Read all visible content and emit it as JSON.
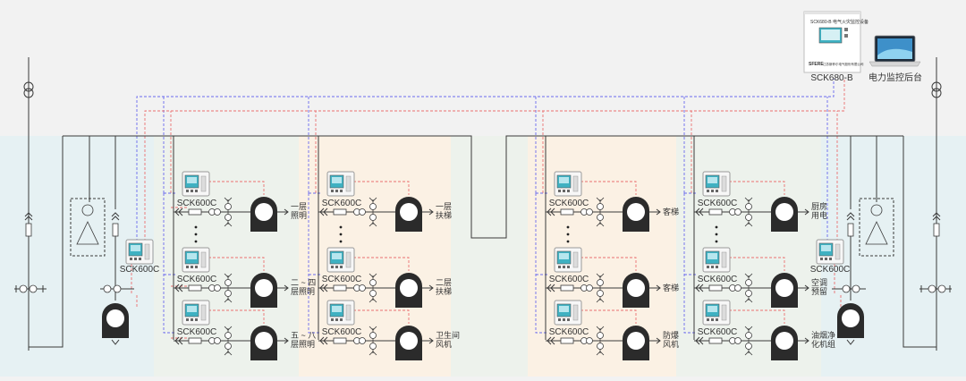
{
  "device": {
    "model": "SCK680-B",
    "brand": "SFERE",
    "screen_title": "SCK680-B 电气火灾监控设备",
    "company": "江苏斯菲尔电气股份有限公司"
  },
  "backend": {
    "label": "电力监控后台"
  },
  "meters": {
    "left_main": "SCK600C",
    "right_main": "SCK600C",
    "g1": [
      "SCK600C",
      "SCK600C",
      "SCK600C"
    ],
    "g2": [
      "SCK600C",
      "SCK600C",
      "SCK600C"
    ],
    "g3": [
      "SCK600C",
      "SCK600C",
      "SCK600C"
    ],
    "g4": [
      "SCK600C",
      "SCK600C",
      "SCK600C"
    ]
  },
  "loads": {
    "g1": [
      [
        "一层",
        "照明"
      ],
      [
        "二 ~ 四",
        "层照明"
      ],
      [
        "五 ~ 八",
        "层照明"
      ]
    ],
    "g2": [
      [
        "一层",
        "扶梯"
      ],
      [
        "二层",
        "扶梯"
      ],
      [
        "卫生间",
        "风机"
      ]
    ],
    "g3": [
      [
        "客梯"
      ],
      [
        "客梯"
      ],
      [
        "防爆",
        "风机"
      ]
    ],
    "g4": [
      [
        "厨房",
        "用电"
      ],
      [
        "空调",
        "预留"
      ],
      [
        "油烟净",
        "化机组"
      ]
    ]
  },
  "colors": {
    "background": "#f2f2f2",
    "zone_blue": "#e6f1f3",
    "zone_orange": "#fbf1e4",
    "zone_green": "#edf2ec",
    "line": "#3a3a3a",
    "bus_blue": "#6a6aee",
    "bus_red": "#ea7070",
    "meter_screen": "#3fb1c2",
    "ct_sensor": "#2a2a2a"
  }
}
